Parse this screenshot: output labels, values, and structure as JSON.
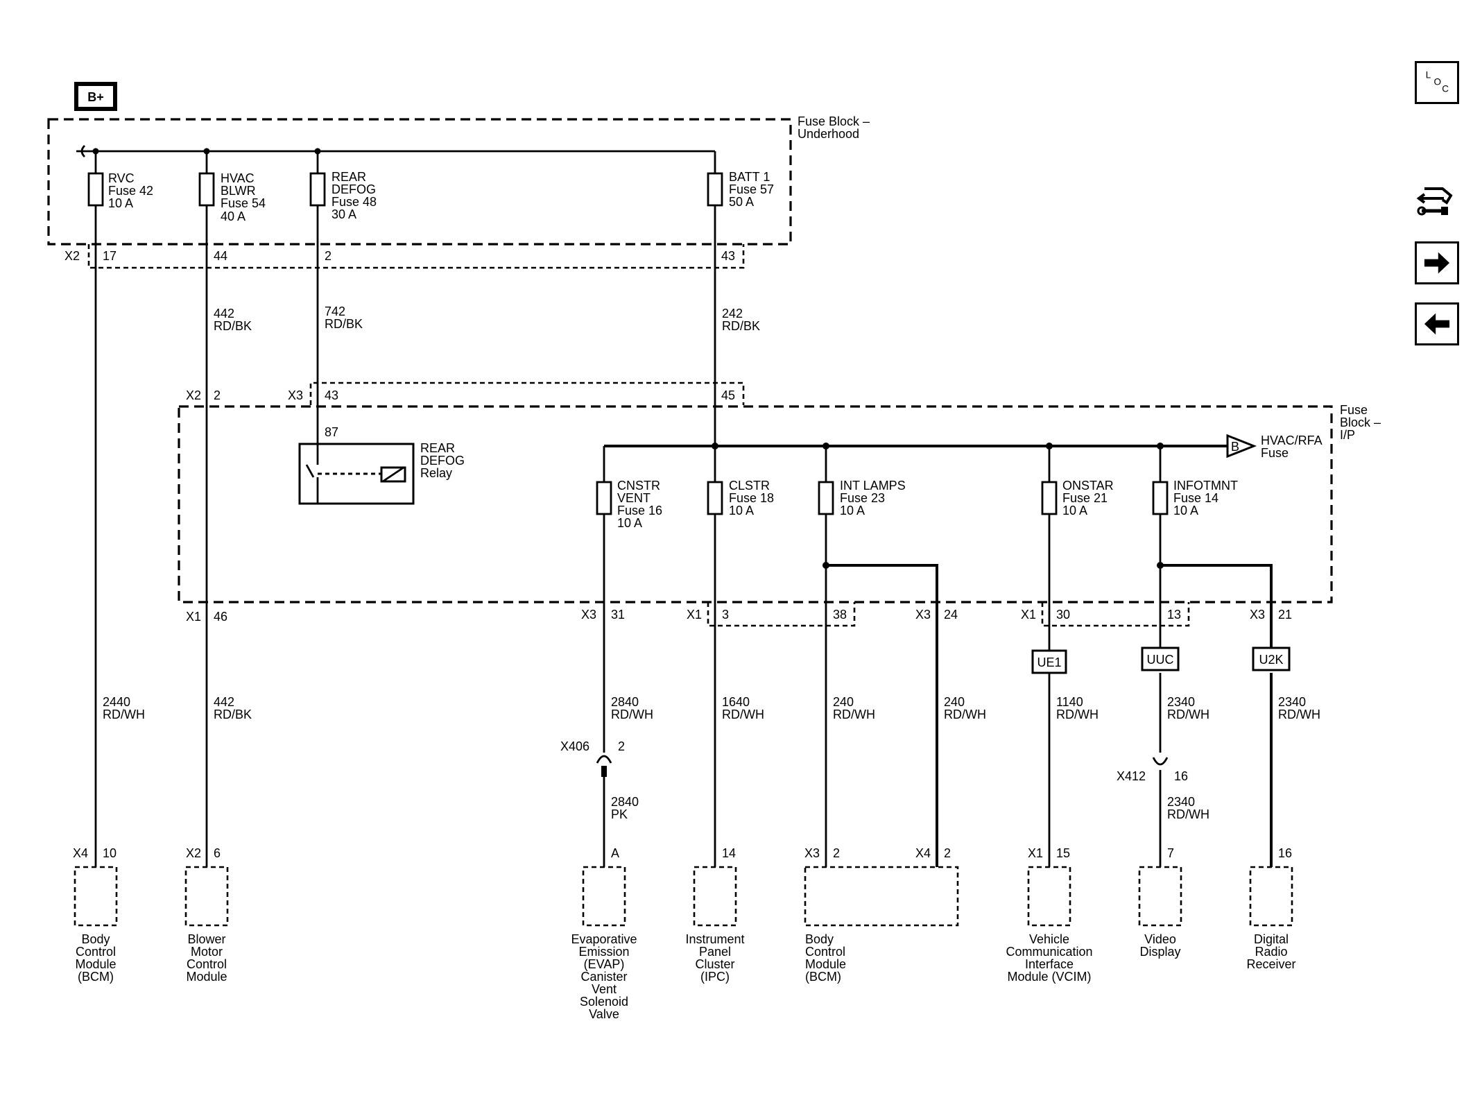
{
  "power_source": "B+",
  "fuse_block_underhood": {
    "label": "Fuse Block –\nUnderhood",
    "fuses": [
      {
        "name": "RVC",
        "fuse": "Fuse 42",
        "amps": "10 A"
      },
      {
        "name": "HVAC\nBLWR",
        "fuse": "Fuse 54",
        "amps": "40 A"
      },
      {
        "name": "REAR\nDEFOG",
        "fuse": "Fuse 48",
        "amps": "30 A"
      },
      {
        "name": "BATT 1",
        "fuse": "Fuse 57",
        "amps": "50 A"
      }
    ]
  },
  "fuse_block_ip": {
    "label": "Fuse\nBlock –\nI/P",
    "relay": {
      "label": "REAR\nDEFOG\nRelay",
      "pin": "87"
    },
    "hvac_rfa": {
      "letter": "B",
      "label": "HVAC/RFA\nFuse"
    },
    "fuses": [
      {
        "name": "CNSTR\nVENT",
        "fuse": "Fuse 16",
        "amps": "10 A"
      },
      {
        "name": "CLSTR",
        "fuse": "Fuse 18",
        "amps": "10 A"
      },
      {
        "name": "INT LAMPS",
        "fuse": "Fuse 23",
        "amps": "10 A"
      },
      {
        "name": "ONSTAR",
        "fuse": "Fuse 21",
        "amps": "10 A"
      },
      {
        "name": "INFOTMNT",
        "fuse": "Fuse 14",
        "amps": "10 A"
      }
    ]
  },
  "connector_labels": {
    "x2": "X2",
    "x3": "X3",
    "x1": "X1",
    "x4": "X4",
    "x406": "X406",
    "x412": "X412",
    "p17": "17",
    "p44": "44",
    "p2": "2",
    "p43": "43",
    "p45": "45",
    "p46": "46",
    "p6": "6",
    "p10": "10",
    "p31": "31",
    "p3": "3",
    "p38": "38",
    "p24": "24",
    "p30": "30",
    "p13": "13",
    "p21": "21",
    "pA": "A",
    "p14": "14",
    "p15": "15",
    "p7": "7",
    "p16": "16"
  },
  "splices": [
    "UE1",
    "UUC",
    "U2K"
  ],
  "wires": [
    {
      "circuit": "442",
      "color": "RD/BK"
    },
    {
      "circuit": "742",
      "color": "RD/BK"
    },
    {
      "circuit": "242",
      "color": "RD/BK"
    },
    {
      "circuit": "2440",
      "color": "RD/WH"
    },
    {
      "circuit": "442",
      "color": "RD/BK"
    },
    {
      "circuit": "2840",
      "color": "RD/WH"
    },
    {
      "circuit": "1640",
      "color": "RD/WH"
    },
    {
      "circuit": "240",
      "color": "RD/WH"
    },
    {
      "circuit": "240",
      "color": "RD/WH"
    },
    {
      "circuit": "1140",
      "color": "RD/WH"
    },
    {
      "circuit": "2340",
      "color": "RD/WH"
    },
    {
      "circuit": "2340",
      "color": "RD/WH"
    },
    {
      "circuit": "2840",
      "color": "PK"
    },
    {
      "circuit": "2340",
      "color": "RD/WH"
    }
  ],
  "components": [
    "Body\nControl\nModule\n(BCM)",
    "Blower\nMotor\nControl\nModule",
    "Evaporative\nEmission\n(EVAP)\nCanister\nVent\nSolenoid\nValve",
    "Instrument\nPanel\nCluster\n(IPC)",
    "Body\nControl\nModule\n(BCM)",
    "Vehicle\nCommunication\nInterface\nModule (VCIM)",
    "Video\nDisplay",
    "Digital\nRadio\nReceiver"
  ],
  "nav": {
    "loc": {
      "l": "L",
      "o": "O",
      "c": "C"
    },
    "icons": [
      "connector-schematic-icon",
      "arrow-right-icon",
      "arrow-left-icon"
    ]
  }
}
